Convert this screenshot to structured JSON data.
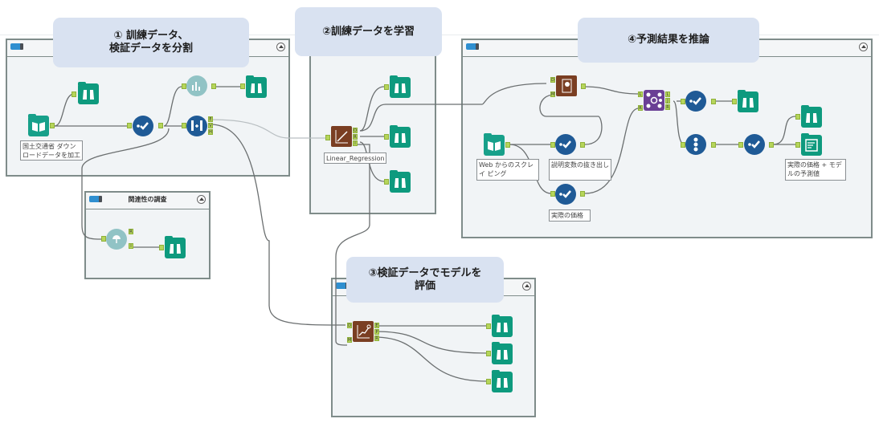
{
  "annotations": [
    {
      "id": "a1",
      "text": "① 訓練データ、\n検証データを分割"
    },
    {
      "id": "a2",
      "text": "②訓練データを学習"
    },
    {
      "id": "a3",
      "text": "③検証データでモデルを\n評価"
    },
    {
      "id": "a4",
      "text": "④予測結果を推論"
    }
  ],
  "containers": {
    "split": {
      "title": ""
    },
    "train": {
      "title": ""
    },
    "correlation": {
      "title": "関連性の調査"
    },
    "evaluate": {
      "title": ""
    },
    "predict": {
      "title": ""
    }
  },
  "tool_labels": {
    "input_mlit": "国土交通省 ダウン ロードデータを加工",
    "linear_regression": "Linear_Regression",
    "input_web": "Web からのスクレイ ピング",
    "select_explanatory": "説明変数の抜き出し",
    "select_actual": "実際の価格",
    "output_result": "実際の価格 + モデルの予測値"
  },
  "anchors": {
    "create_samples": [
      "E",
      "V",
      "H"
    ],
    "linear_regression": [
      "O",
      "R",
      "I"
    ],
    "score_in": [
      "D",
      "M"
    ],
    "join_in": [
      "L",
      "R"
    ],
    "join_out": [
      "L",
      "J",
      "R"
    ],
    "evaluate_in": [
      "D",
      "M"
    ],
    "evaluate_out": [
      "E",
      "P",
      "R"
    ],
    "correlation_out": [
      "R",
      "I"
    ]
  },
  "colors": {
    "container_border": "#7f8c8a",
    "container_bg": "#f1f4f6",
    "annotation_bg": "#d9e2f1",
    "select_tool": "#1f5a96",
    "browse_tool": "#0e9a7e",
    "predictive_tool": "#7a3e22",
    "join_tool": "#6a3f95",
    "anchor": "#b6d55a"
  }
}
